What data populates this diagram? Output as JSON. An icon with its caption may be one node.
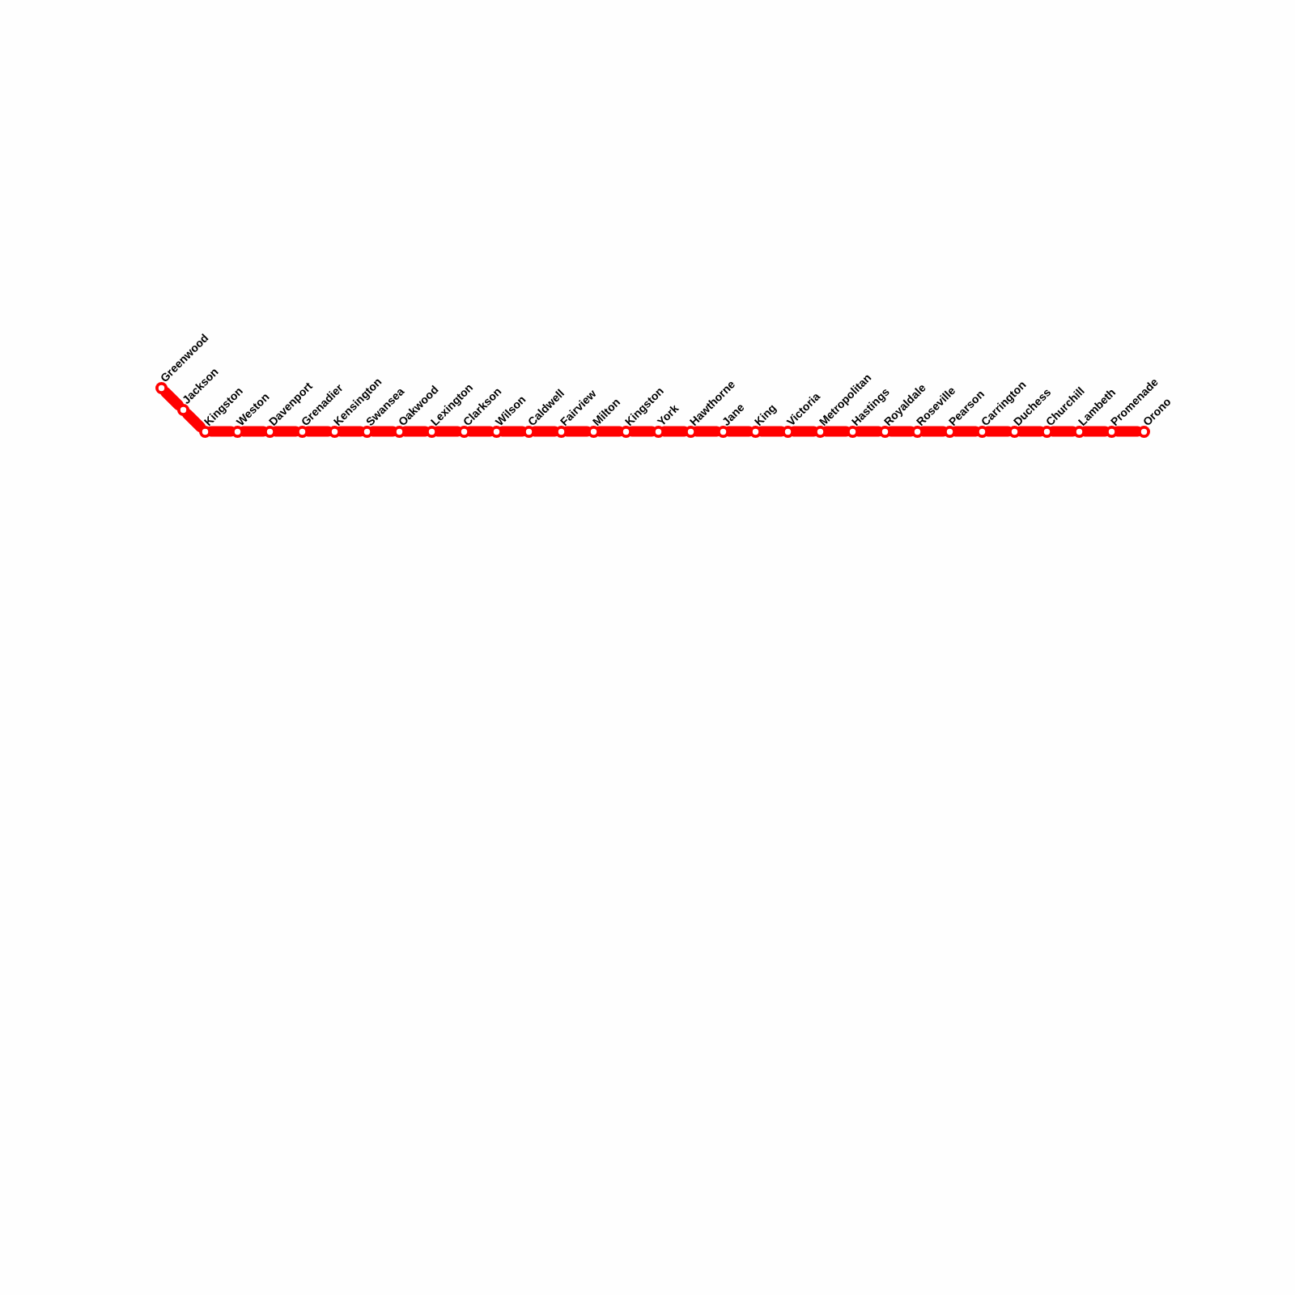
{
  "diagram": {
    "nodes": [
      {
        "text": [
          "Greenwood"
        ]
      },
      {
        "text": [
          "Jackson"
        ]
      },
      {
        "text": [
          "Kingston"
        ]
      },
      {
        "text": [
          "Weston"
        ]
      },
      {
        "text": [
          "Davenport"
        ]
      },
      {
        "text": [
          "Grenadier"
        ]
      },
      {
        "text": [
          "Kensington"
        ]
      },
      {
        "text": [
          "Swansea"
        ]
      },
      {
        "text": [
          "Oakwood"
        ]
      },
      {
        "text": [
          "Lexington"
        ]
      },
      {
        "text": [
          "Clarkson"
        ]
      },
      {
        "text": [
          "Wilson"
        ]
      },
      {
        "text": [
          "Caldwell"
        ]
      },
      {
        "text": [
          "Fairview"
        ]
      },
      {
        "text": [
          "Milton"
        ]
      },
      {
        "text": [
          "Kingston"
        ]
      },
      {
        "text": [
          "York"
        ]
      },
      {
        "text": [
          "Hawthorne"
        ]
      },
      {
        "text": [
          "Jane"
        ]
      },
      {
        "text": [
          "King"
        ]
      },
      {
        "text": [
          "Victoria"
        ]
      },
      {
        "text": [
          "Metropolitan"
        ]
      },
      {
        "text": [
          "Hastings"
        ]
      },
      {
        "text": [
          "Royaldale"
        ]
      },
      {
        "text": [
          "Roseville"
        ]
      },
      {
        "text": [
          "Pearson"
        ]
      },
      {
        "text": [
          "Carrington"
        ]
      },
      {
        "text": [
          "Duchess"
        ]
      },
      {
        "text": [
          "Churchill"
        ]
      },
      {
        "text": [
          "Lambeth"
        ]
      },
      {
        "text": [
          "Promenade"
        ]
      },
      {
        "text": [
          "Orono"
        ]
      }
    ],
    "edges": [
      {
        "from": 0,
        "to": 1,
        "arrow": "none"
      },
      {
        "from": 1,
        "to": 2,
        "arrow": "none"
      },
      {
        "from": 2,
        "to": 3,
        "arrow": "none"
      },
      {
        "from": 3,
        "to": 4,
        "arrow": "none"
      },
      {
        "from": 4,
        "to": 5,
        "arrow": "none"
      },
      {
        "from": 5,
        "to": 6,
        "arrow": "none"
      },
      {
        "from": 6,
        "to": 7,
        "arrow": "none"
      },
      {
        "from": 7,
        "to": 8,
        "arrow": "none"
      },
      {
        "from": 8,
        "to": 9,
        "arrow": "none"
      },
      {
        "from": 9,
        "to": 10,
        "arrow": "none"
      },
      {
        "from": 10,
        "to": 11,
        "arrow": "none"
      },
      {
        "from": 11,
        "to": 12,
        "arrow": "none"
      },
      {
        "from": 12,
        "to": 13,
        "arrow": "none"
      },
      {
        "from": 13,
        "to": 14,
        "arrow": "none"
      },
      {
        "from": 14,
        "to": 15,
        "arrow": "none"
      },
      {
        "from": 15,
        "to": 16,
        "arrow": "none"
      },
      {
        "from": 16,
        "to": 17,
        "arrow": "none"
      },
      {
        "from": 17,
        "to": 18,
        "arrow": "none"
      },
      {
        "from": 18,
        "to": 19,
        "arrow": "none"
      },
      {
        "from": 19,
        "to": 20,
        "arrow": "none"
      },
      {
        "from": 20,
        "to": 21,
        "arrow": "none"
      },
      {
        "from": 21,
        "to": 22,
        "arrow": "none"
      },
      {
        "from": 22,
        "to": 23,
        "arrow": "none"
      },
      {
        "from": 23,
        "to": 24,
        "arrow": "none"
      },
      {
        "from": 24,
        "to": 25,
        "arrow": "none"
      },
      {
        "from": 25,
        "to": 26,
        "arrow": "none"
      },
      {
        "from": 26,
        "to": 27,
        "arrow": "none"
      },
      {
        "from": 27,
        "to": 28,
        "arrow": "none"
      },
      {
        "from": 28,
        "to": 29,
        "arrow": "none"
      },
      {
        "from": 29,
        "to": 30,
        "arrow": "none"
      },
      {
        "from": 30,
        "to": 31,
        "arrow": "none"
      }
    ]
  }
}
